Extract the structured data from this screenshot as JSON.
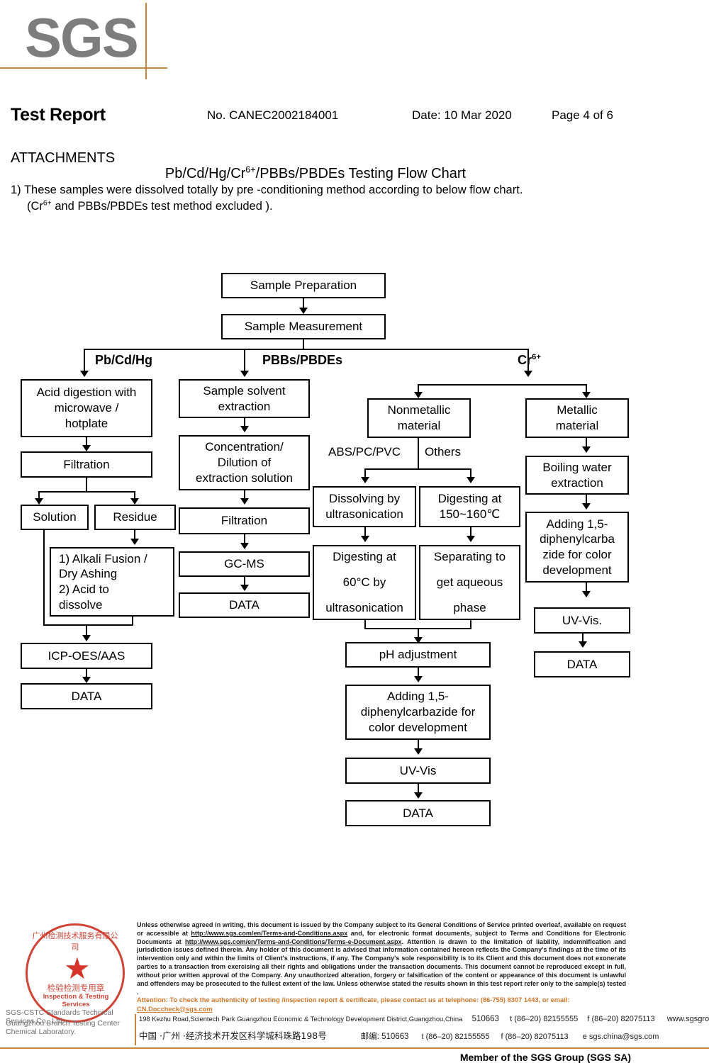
{
  "logo": {
    "wordmark": "SGS"
  },
  "header": {
    "title": "Test Report",
    "report_no": "No. CANEC2002184001",
    "date": "Date: 10 Mar 2020",
    "page": "Page 4 of 6"
  },
  "attachments": {
    "label": "ATTACHMENTS",
    "flow_title_pre": "Pb/Cd/Hg/Cr",
    "flow_title_sup": "6+",
    "flow_title_post": "/PBBs/PBDEs Testing Flow Chart",
    "note_1": "1) These samples were dissolved totally by pre -conditioning method according to below flow chart.",
    "note_2_pre": "(Cr",
    "note_2_sup": "6+",
    "note_2_post": " and PBBs/PBDEs  test method excluded )."
  },
  "flowchart": {
    "type": "process-flow-diagram",
    "nodes": {
      "sample_preparation": "Sample Preparation",
      "sample_measurement": "Sample Measurement",
      "acid_digestion": "Acid digestion with\nmicrowave /\nhotplate",
      "filtration_left": "Filtration",
      "solution": "Solution",
      "residue": "Residue",
      "alkali_fusion": "1) Alkali Fusion /\n    Dry Ashing\n2) Acid to\n    dissolve",
      "icp_oes_aas": "ICP-OES/AAS",
      "data_left": "DATA",
      "sample_solvent_extraction": "Sample solvent\nextraction",
      "concentration_dilution": "Concentration/\nDilution of\nextraction solution",
      "filtration_mid": "Filtration",
      "gc_ms": "GC-MS",
      "data_mid": "DATA",
      "nonmetallic_material": "Nonmetallic\nmaterial",
      "metallic_material": "Metallic\nmaterial",
      "dissolving_ultrasonication": "Dissolving by\nultrasonication",
      "digesting_150_160": "Digesting at\n150~160℃",
      "digesting_60_ultrasonication": "Digesting at\n\n60°C by\n\nultrasonication",
      "separating_aqueous": "Separating to\n\nget aqueous\n\nphase",
      "ph_adjustment": "pH adjustment",
      "adding_dpc_cr": "Adding 1,5-\ndiphenylcarbazide for\ncolor development",
      "uv_vis_cr": "UV-Vis",
      "data_cr": "DATA",
      "boiling_water_extraction": "Boiling water\nextraction",
      "adding_dpc_metal": "Adding 1,5-\ndiphenylcarba\nzide for color\ndevelopment",
      "uv_vis_metal": "UV-Vis.",
      "data_metal": "DATA"
    },
    "edge_labels": {
      "branch_pb": "Pb/Cd/Hg",
      "branch_pbbs": "PBBs/PBDEs",
      "branch_cr_pre": "Cr",
      "branch_cr_sup": "6+",
      "abs_pc_pvc": "ABS/PC/PVC",
      "others": "Others"
    }
  },
  "footer": {
    "legal": "Unless otherwise agreed in writing, this document is issued by the Company subject to its General Conditions of Service printed overleaf, available on request or accessible at ",
    "legal_link_1": "http://www.sgs.com/en/Terms-and-Conditions.aspx",
    "legal_2": " and, for electronic format documents, subject to Terms and Conditions for Electronic Documents at ",
    "legal_link_2": "http://www.sgs.com/en/Terms-and-Conditions/Terms-e-Document.aspx",
    "legal_3": ". Attention is drawn to the limitation of liability, indemnification and jurisdiction issues defined therein. Any holder of this document is advised that information contained hereon reflects the Company's findings at the time of its intervention only and within the limits of Client's instructions, if any. The Company's sole responsibility is to its Client and this document does not exonerate parties to a transaction from exercising all their rights and obligations under the transaction documents. This document cannot be reproduced except in full, without prior written approval of the Company. Any unauthorized alteration, forgery or falsification of the content or appearance of this document is unlawful and offenders may be prosecuted to the fullest extent of the law. Unless otherwise stated the results shown in this test report refer only to the sample(s) tested .",
    "attention_pre": "Attention: To check the authenticity of testing /inspection report & certificate, please contact us at telephone: (86-755) 8307 1443, or email: ",
    "attention_email": "CN.Doccheck@sgs.com",
    "address_en": "198 Kezhu Road,Scientech Park Guangzhou Economic & Technology Development District,Guangzhou,China",
    "postcode_en": "510663",
    "tel_en": "t (86–20) 82155555",
    "fax_en": "f (86–20) 82075113",
    "web_en": "www.sgsgroup.com.cn",
    "address_cn": "中国 ·广州 ·经济技术开发区科学城科珠路198号",
    "postcode_cn_label": "邮编: 510663",
    "tel_cn": "t (86–20) 82155555",
    "fax_cn": "f (86–20) 82075113",
    "email_cn": "e  sgs.china@sgs.com",
    "member_line": "Member of the SGS Group (SGS SA)"
  },
  "seal": {
    "arc_top": "广州检测技术服务有限公司",
    "star": "★",
    "cn_text": "检验检测专用章",
    "en_text": "Inspection & Testing Services",
    "caption_1": "SGS-CSTC Standards Technical Services Co., Ltd.",
    "caption_2": "Guangzhou Branch Testing Center Chemical Laboratory."
  },
  "colors": {
    "brand_orange": "#c8833c",
    "logo_gray": "#7d7d7d",
    "seal_red": "#cf4436",
    "attention_orange": "#d2762a"
  }
}
